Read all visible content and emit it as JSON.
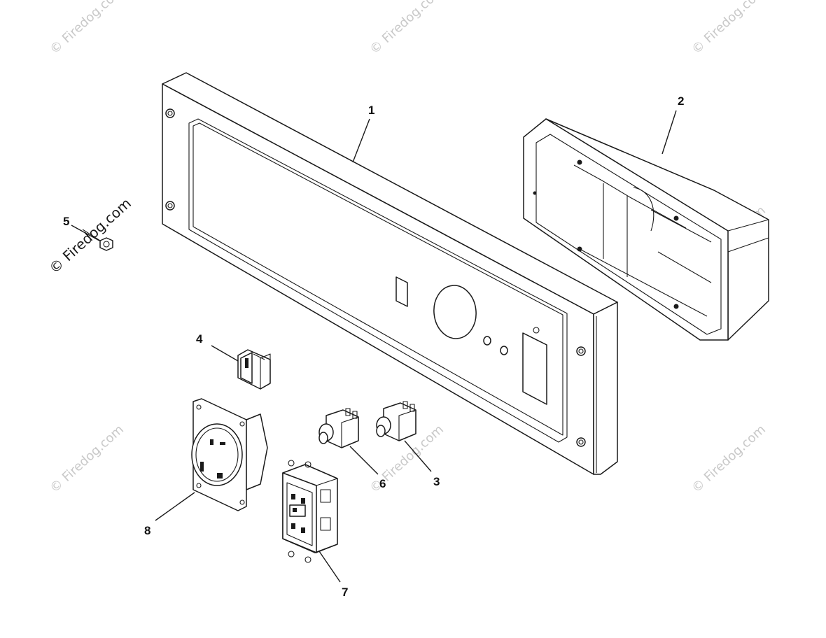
{
  "watermark": {
    "text": "© Firedog.com",
    "color": "#c9c9c9"
  },
  "callouts": {
    "c1": "1",
    "c2": "2",
    "c3": "3",
    "c4": "4",
    "c5": "5",
    "c6": "6",
    "c7": "7",
    "c8": "8"
  },
  "parts": {
    "p1": "control-panel-faceplate",
    "p2": "panel-box-housing",
    "p3": "circuit-breaker",
    "p4": "rocker-switch",
    "p5": "flange-nut",
    "p6": "circuit-breaker",
    "p7": "gfci-duplex-receptacle",
    "p8": "twist-lock-receptacle"
  }
}
